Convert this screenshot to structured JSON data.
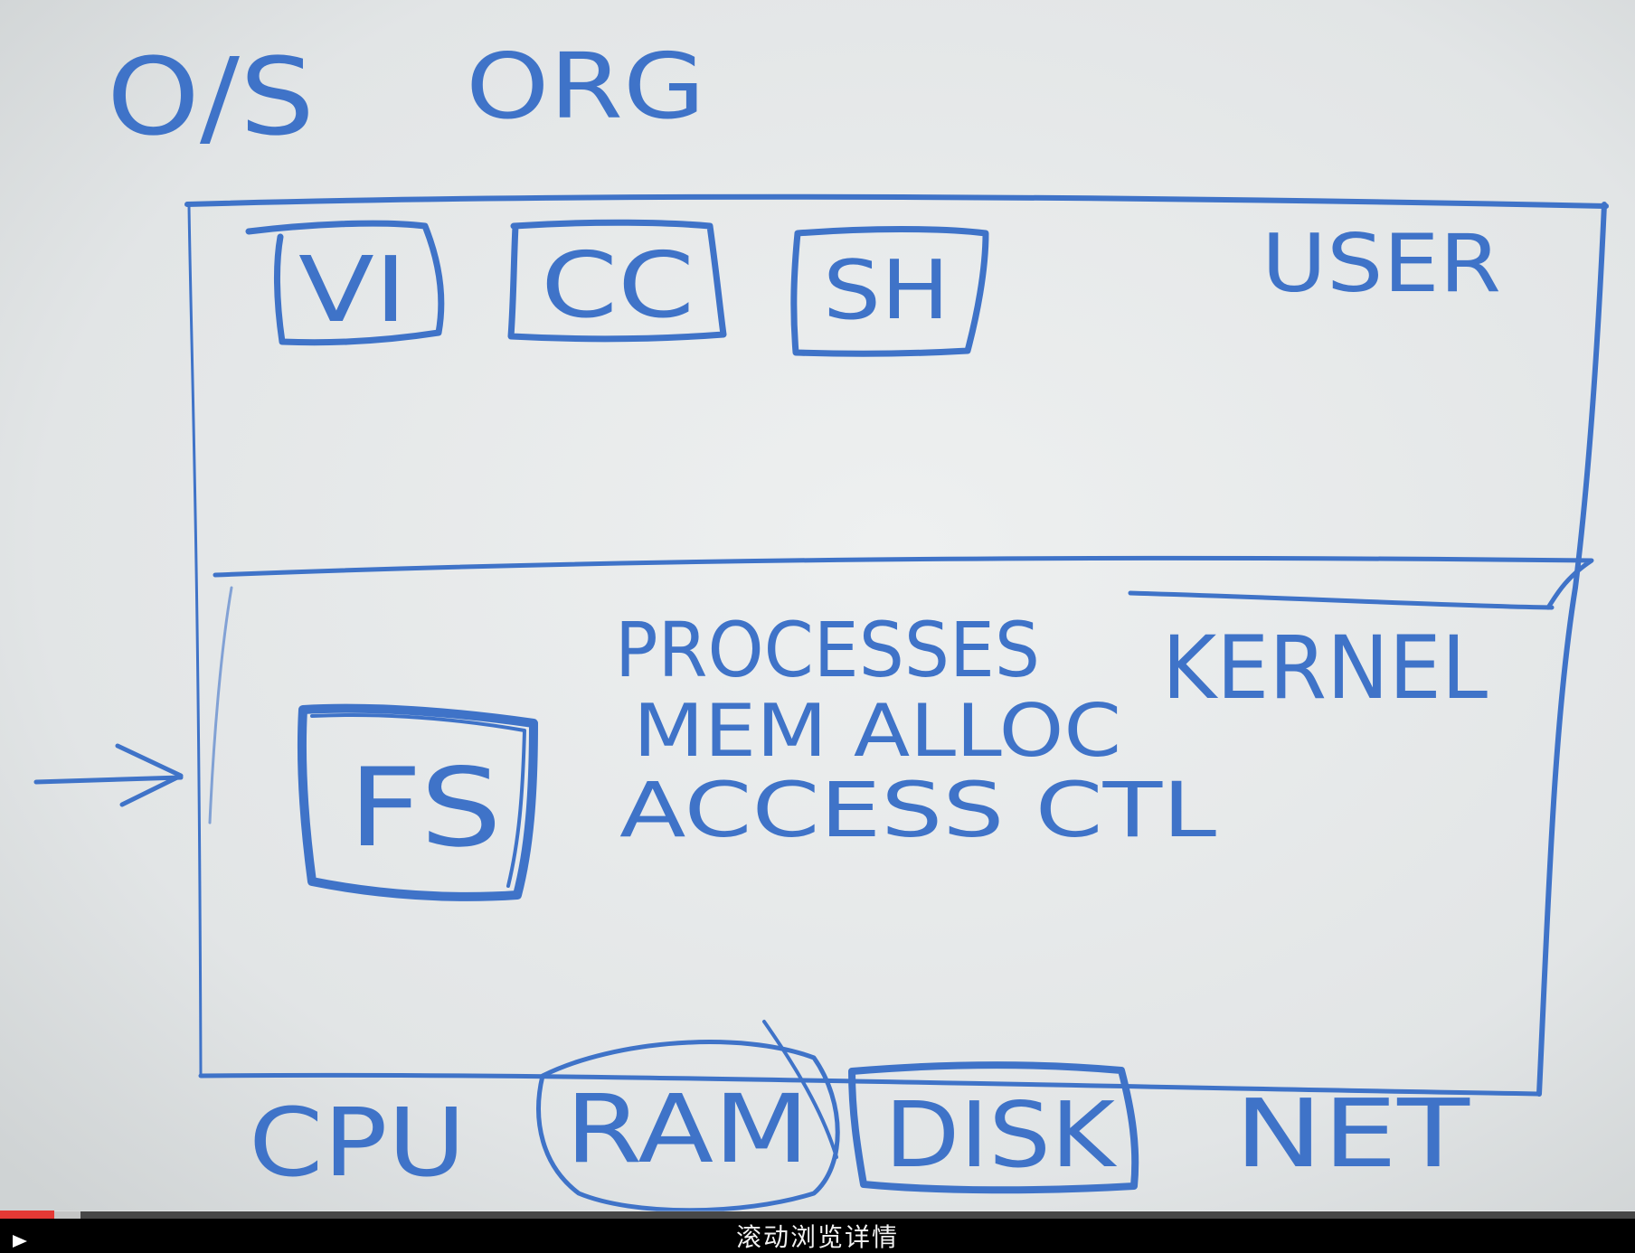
{
  "board": {
    "title_left": "O/S",
    "title_right": "ORG",
    "user_programs": [
      "VI",
      "CC",
      "SH"
    ],
    "user_label": "USER",
    "kernel_label": "KERNEL",
    "kernel_items": [
      "PROCESSES",
      "MEM ALLOC",
      "ACCESS CTL"
    ],
    "fs_label": "FS",
    "hardware": [
      "CPU",
      "RAM",
      "DISK",
      "NET"
    ]
  },
  "colors": {
    "ink": "#3f73c8",
    "board": "#e3e6e7",
    "progress_played": "#e53935"
  },
  "player": {
    "progress_played_fraction": 0.033,
    "progress_buffered_fraction": 0.049,
    "play_icon": "play-icon",
    "scroll_hint": "滚动浏览详情"
  }
}
